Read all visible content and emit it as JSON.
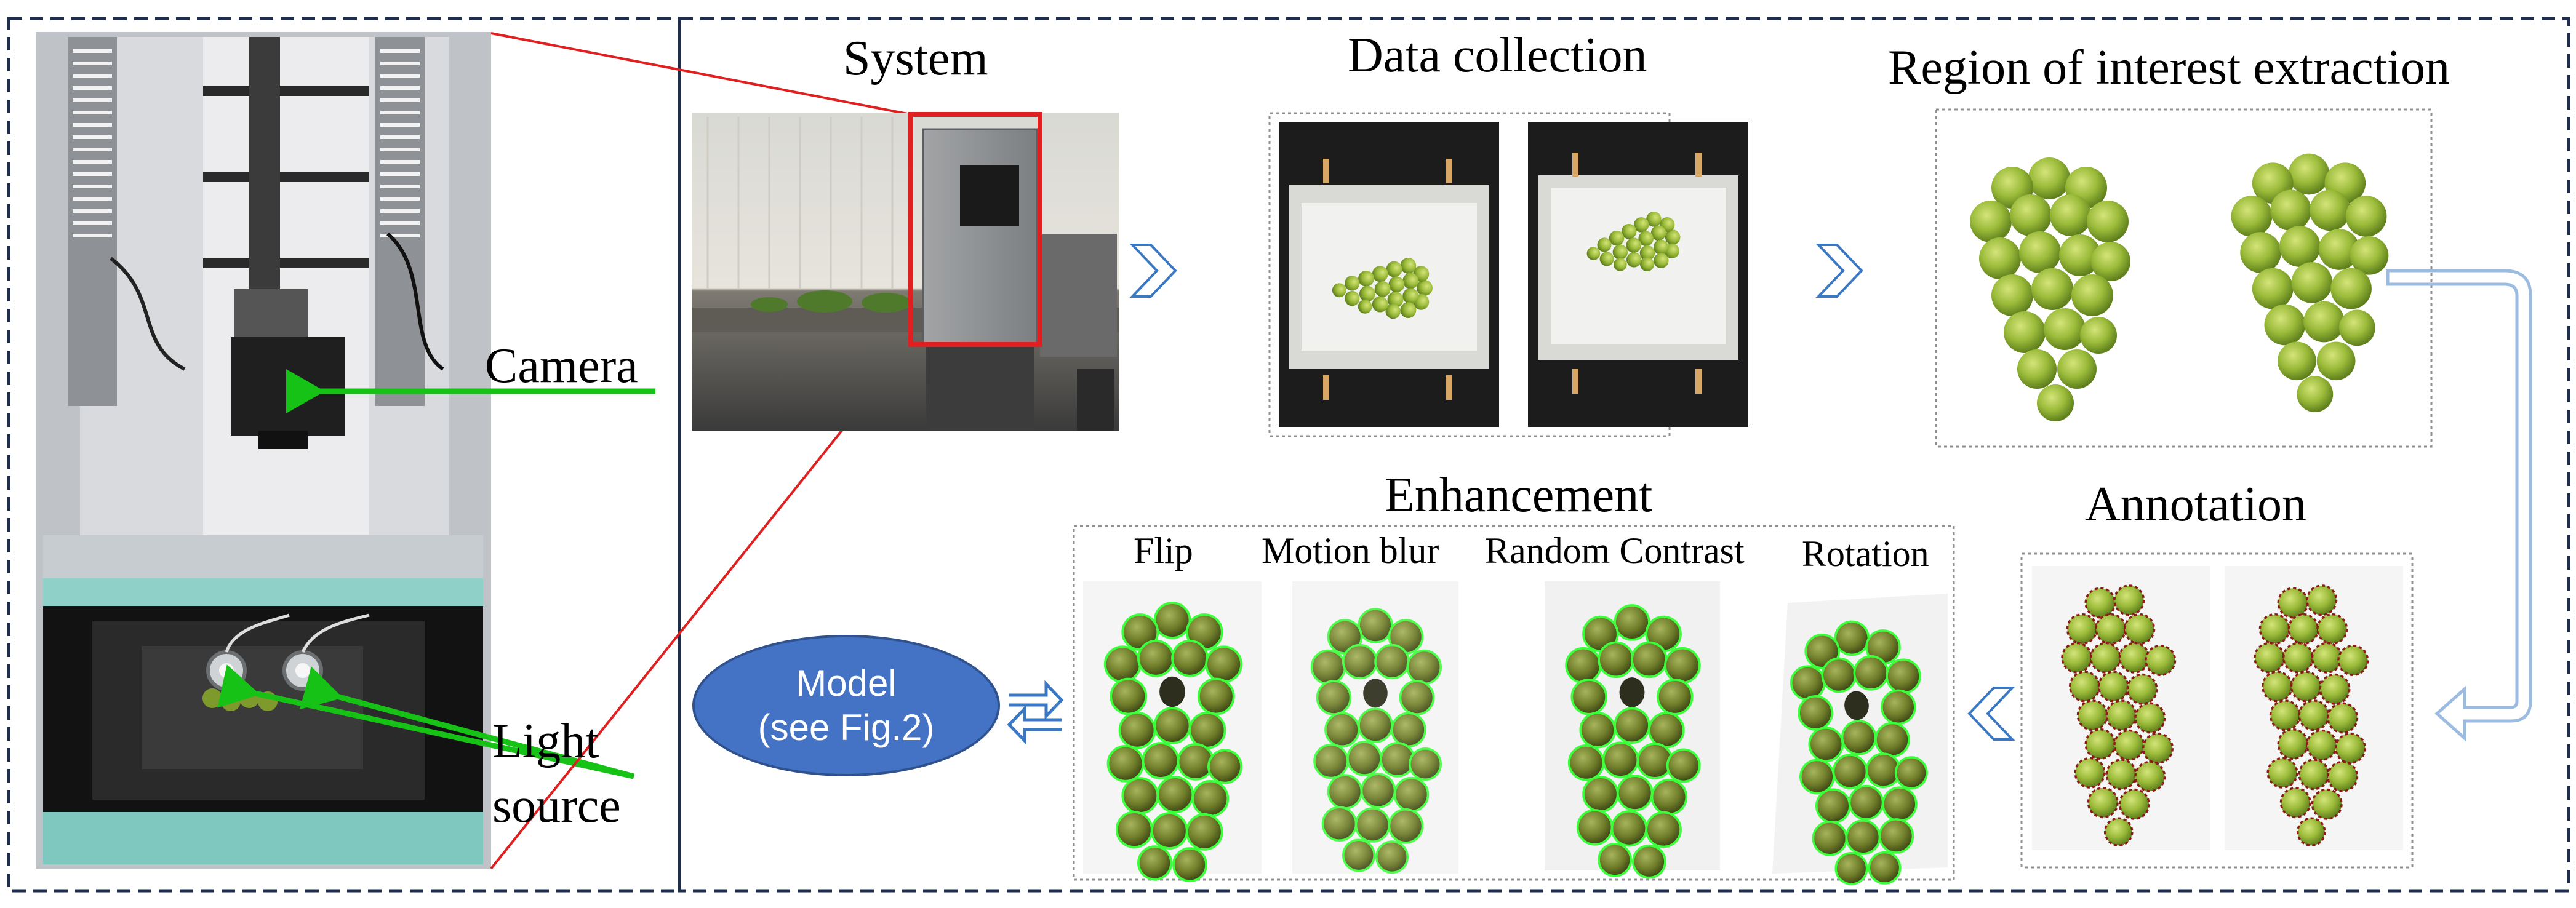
{
  "labels": {
    "camera": "Camera",
    "light_source_line1": "Light",
    "light_source_line2": "source",
    "system": "System",
    "data_collection": "Data collection",
    "roi": "Region of interest extraction",
    "enhancement": "Enhancement",
    "annotation": "Annotation",
    "flip": "Flip",
    "motion_blur": "Motion blur",
    "random_contrast": "Random Contrast",
    "rotation": "Rotation"
  },
  "model": {
    "line1": "Model",
    "line2": "(see Fig.2)"
  },
  "colors": {
    "frame_border": "#1f2d4d",
    "highlight_red": "#e02020",
    "pointer_green": "#16c216",
    "flow_blue": "#3b78c4",
    "model_fill": "#4472c4",
    "grape_green": "#9bbb3a",
    "contour_bright_green": "#3cff3c",
    "contour_dark_red": "#8b1a1a"
  },
  "icons": [
    "chevron-right-icon",
    "down-turn-arrow-icon",
    "chevron-left-icon",
    "double-arrow-icon"
  ]
}
